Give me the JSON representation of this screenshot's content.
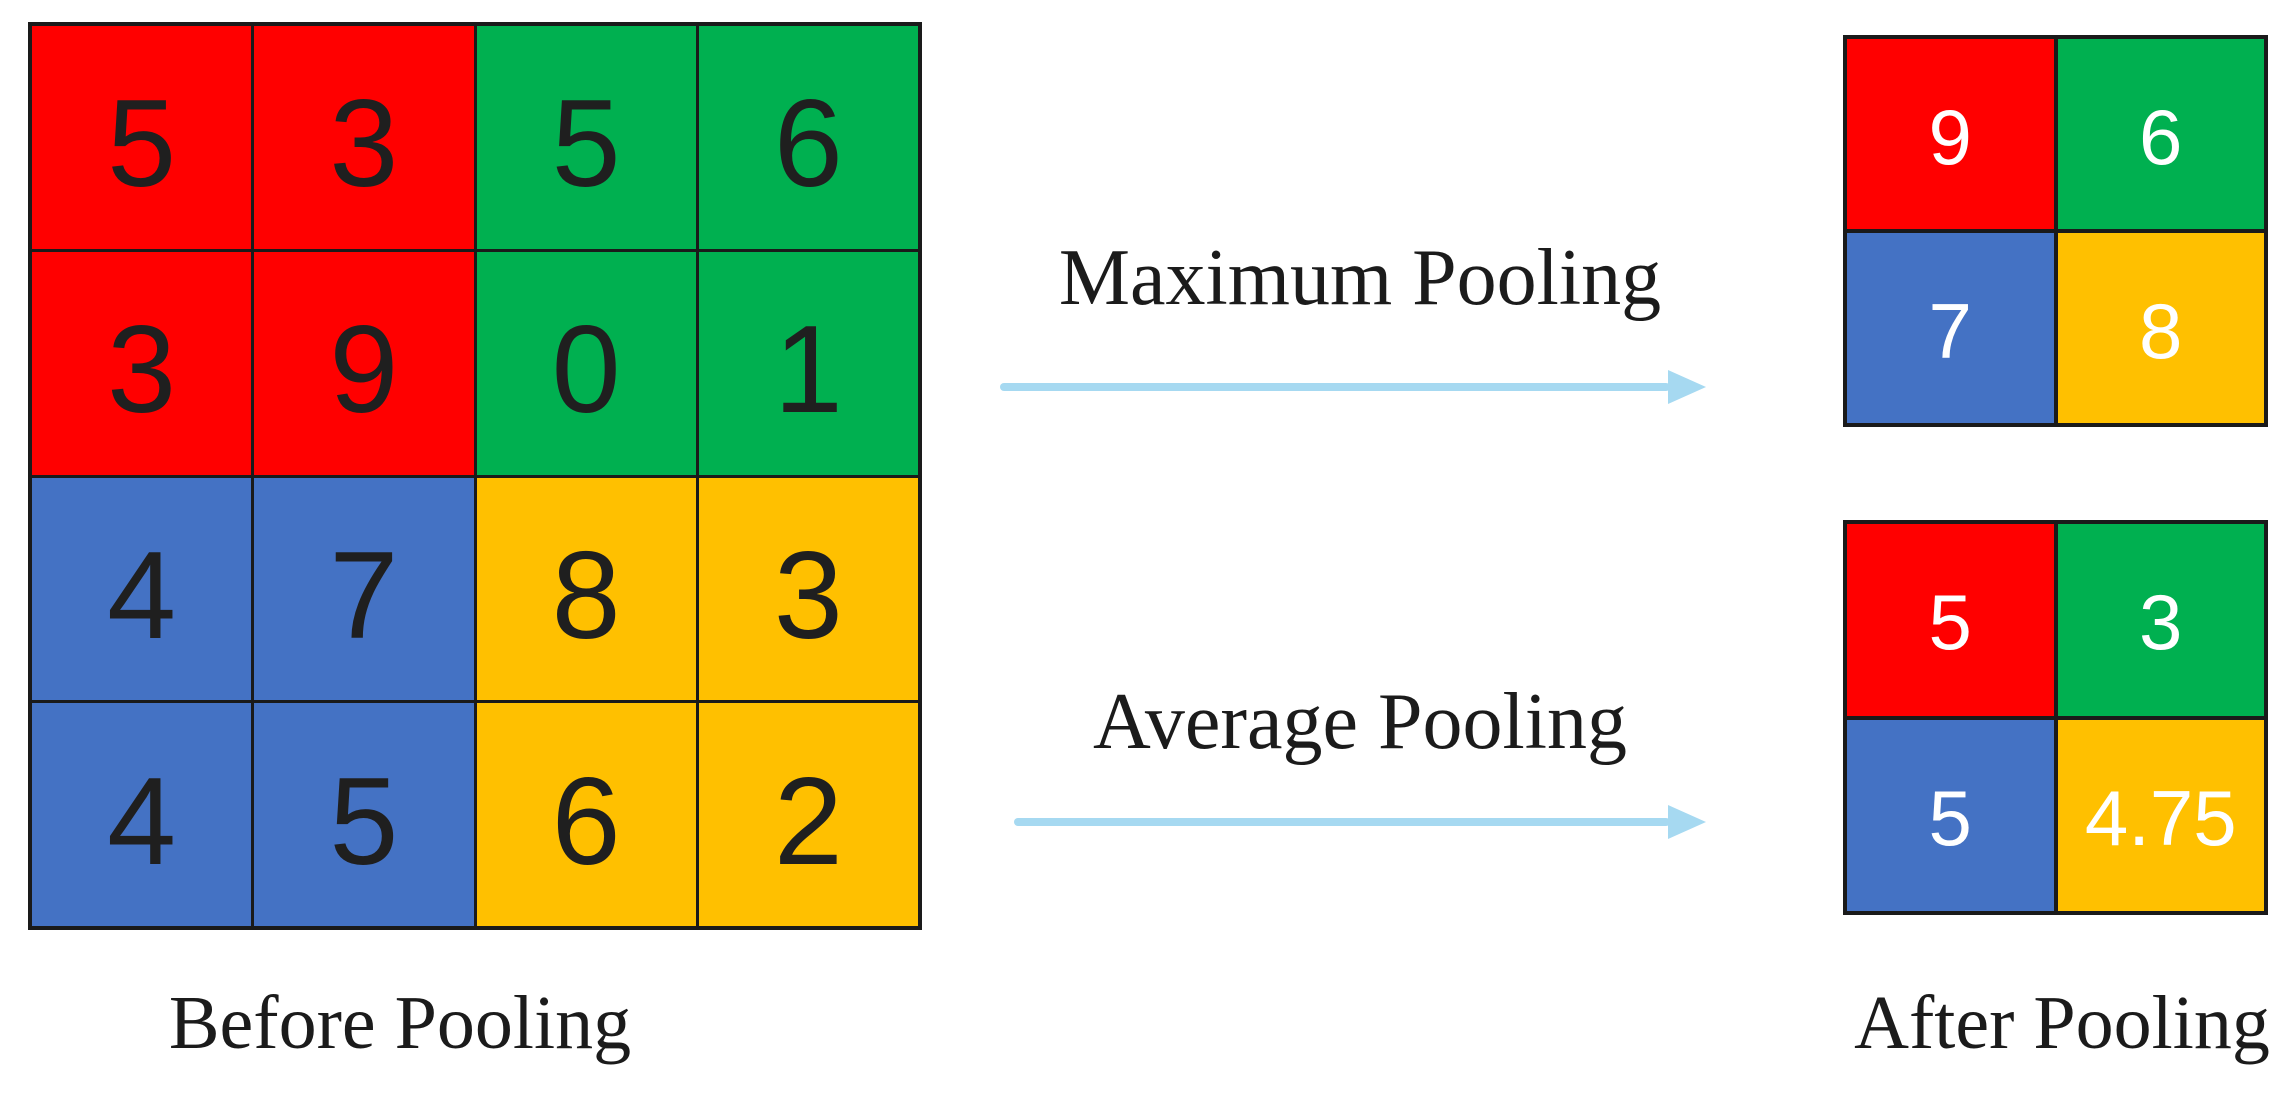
{
  "colors": {
    "red": "#FF0000",
    "green": "#00B050",
    "blue": "#4472C4",
    "yellow": "#FFC000",
    "arrow": "#A6D9F1",
    "grid_line": "#1A1A1A",
    "dark_text": "#1F1F1F",
    "light_text": "#FFFFFF"
  },
  "before": {
    "label": "Before Pooling",
    "rows": 4,
    "cols": 4,
    "cells": [
      {
        "value": "5",
        "color": "red"
      },
      {
        "value": "3",
        "color": "red"
      },
      {
        "value": "5",
        "color": "green"
      },
      {
        "value": "6",
        "color": "green"
      },
      {
        "value": "3",
        "color": "red"
      },
      {
        "value": "9",
        "color": "red"
      },
      {
        "value": "0",
        "color": "green"
      },
      {
        "value": "1",
        "color": "green"
      },
      {
        "value": "4",
        "color": "blue"
      },
      {
        "value": "7",
        "color": "blue"
      },
      {
        "value": "8",
        "color": "yellow"
      },
      {
        "value": "3",
        "color": "yellow"
      },
      {
        "value": "4",
        "color": "blue"
      },
      {
        "value": "5",
        "color": "blue"
      },
      {
        "value": "6",
        "color": "yellow"
      },
      {
        "value": "2",
        "color": "yellow"
      }
    ]
  },
  "operations": {
    "max": {
      "label": "Maximum Pooling"
    },
    "avg": {
      "label": "Average Pooling"
    }
  },
  "after": {
    "label": "After Pooling",
    "max_cells": [
      {
        "value": "9",
        "color": "red"
      },
      {
        "value": "6",
        "color": "green"
      },
      {
        "value": "7",
        "color": "blue"
      },
      {
        "value": "8",
        "color": "yellow"
      }
    ],
    "avg_cells": [
      {
        "value": "5",
        "color": "red"
      },
      {
        "value": "3",
        "color": "green"
      },
      {
        "value": "5",
        "color": "blue"
      },
      {
        "value": "4.75",
        "color": "yellow"
      }
    ]
  }
}
